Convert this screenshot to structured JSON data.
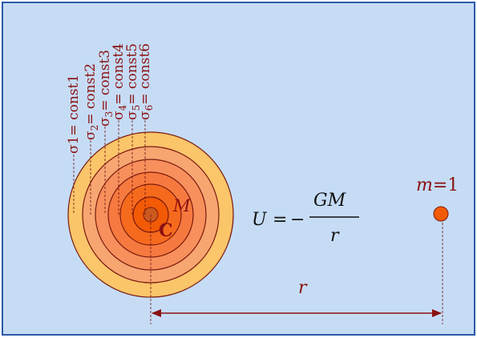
{
  "colors": {
    "background": "#c6dcf5",
    "frame": "#2a5aa8",
    "ring_fills": [
      "#fbc56a",
      "#f8a671",
      "#f7905c",
      "#f67a3f",
      "#f66a1e",
      "#f25a05"
    ],
    "core": "#cc5a1f",
    "text_dark_red": "#8b1010",
    "label_red": "#800000",
    "formula_text": "#111111",
    "test_mass": "#f25a05"
  },
  "sigma_labels": [
    {
      "base": "σ1",
      "sub": "",
      "rest": "= const1"
    },
    {
      "base": "σ",
      "sub": "2",
      "rest": "= const2"
    },
    {
      "base": "σ",
      "sub": "3",
      "rest": "= const3"
    },
    {
      "base": "σ",
      "sub": "4",
      "rest": "= const4"
    },
    {
      "base": "σ",
      "sub": "5",
      "rest": "= const5"
    },
    {
      "base": "σ",
      "sub": "6",
      "rest": "= const6"
    }
  ],
  "mass_label": "M",
  "center_label": "C",
  "formula": {
    "lhs": "U",
    "equals": "=",
    "minus": "−",
    "numerator": "GM",
    "denominator": "r"
  },
  "test_mass_label": {
    "symbol": "m",
    "value": "=1"
  },
  "distance_label": "r"
}
